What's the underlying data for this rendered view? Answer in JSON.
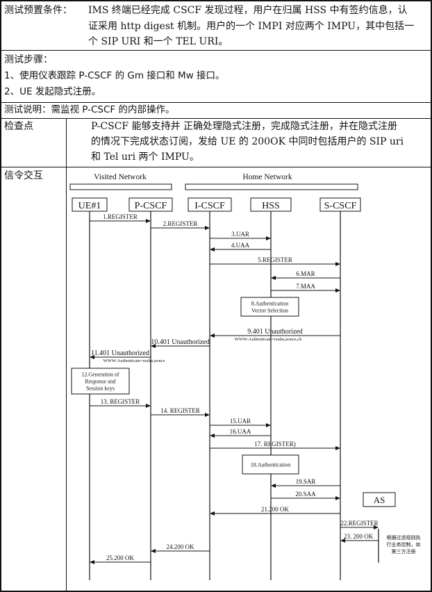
{
  "precondition": {
    "label": "测试预置条件：",
    "lines": [
      "IMS 终端已经完成 CSCF 发现过程，用户在归属 HSS 中有签约信息，认",
      "证采用 http digest 机制。用户的一个 IMPI 对应两个 IMPU，其中包括一",
      "个 SIP URI 和一个 TEL URI。"
    ]
  },
  "steps": {
    "label": "测试步骤：",
    "items": [
      "1、使用仪表跟踪 P-CSCF 的 Gm 接口和 Mw 接口。",
      "2、UE 发起隐式注册。"
    ]
  },
  "description": "测试说明：需监视 P-CSCF 的内部操作。",
  "checkpoint": {
    "label": "检查点",
    "lines": [
      "P-CSCF 能够支持并  正确处理隐式注册，完成隐式注册，并在隐式注册",
      "的情况下完成状态订阅，发给 UE 的 200OK 中同时包括用户的 SIP uri",
      "和 Tel uri 两个 IMPU。"
    ]
  },
  "signaling": {
    "label": "信令交互",
    "networks": [
      "Visited Network",
      "Home Network"
    ],
    "entities": [
      "UE#1",
      "P-CSCF",
      "I-CSCF",
      "HSS",
      "S-CSCF"
    ],
    "as_label": "AS",
    "as_note": [
      "根据过滤规则执",
      "行业务控制，如",
      "第三方注册"
    ],
    "messages": [
      {
        "from": 0,
        "to": 1,
        "label": "1.REGISTER"
      },
      {
        "from": 1,
        "to": 2,
        "label": "2.REGISTER"
      },
      {
        "from": 2,
        "to": 3,
        "label": "3.UAR"
      },
      {
        "from": 3,
        "to": 2,
        "label": "4.UAA"
      },
      {
        "from": 2,
        "to": 4,
        "label": "5.REGISTER"
      },
      {
        "from": 4,
        "to": 3,
        "label": "6.MAR"
      },
      {
        "from": 3,
        "to": 4,
        "label": "7.MAA"
      },
      {
        "from": 4,
        "to": 2,
        "label": "9.401 Unauthorized",
        "sub": "WWW-Authenticate=realm,nonce,ck"
      },
      {
        "from": 2,
        "to": 1,
        "label": "10.401 Unauthorized"
      },
      {
        "from": 1,
        "to": 0,
        "label": "11.401 Unauthorized",
        "sub": "WWW-Authenticate=realm,nonce"
      },
      {
        "from": 0,
        "to": 1,
        "label": "13. REGISTER"
      },
      {
        "from": 1,
        "to": 2,
        "label": "14. REGISTER"
      },
      {
        "from": 2,
        "to": 3,
        "label": "15.UAR"
      },
      {
        "from": 3,
        "to": 2,
        "label": "16.UAA"
      },
      {
        "from": 2,
        "to": 4,
        "label": "17. REGISTER)"
      },
      {
        "from": 4,
        "to": 3,
        "label": "19.SAR"
      },
      {
        "from": 3,
        "to": 4,
        "label": "20.SAA"
      },
      {
        "from": 4,
        "to": 2,
        "label": "21.200 OK"
      },
      {
        "from": 4,
        "to": 5,
        "label": "22.REGISTER"
      },
      {
        "from": 5,
        "to": 4,
        "label": "23. 200  OK"
      },
      {
        "from": 2,
        "to": 1,
        "label": "24.200 OK"
      },
      {
        "from": 1,
        "to": 0,
        "label": "25.200 OK"
      }
    ],
    "boxes": [
      {
        "lines": [
          "8.Authentication",
          "Vector Selection"
        ]
      },
      {
        "lines": [
          "12.Generation of",
          "Response and",
          "Session keys"
        ]
      },
      {
        "lines": [
          "18.Authentication"
        ]
      }
    ]
  }
}
